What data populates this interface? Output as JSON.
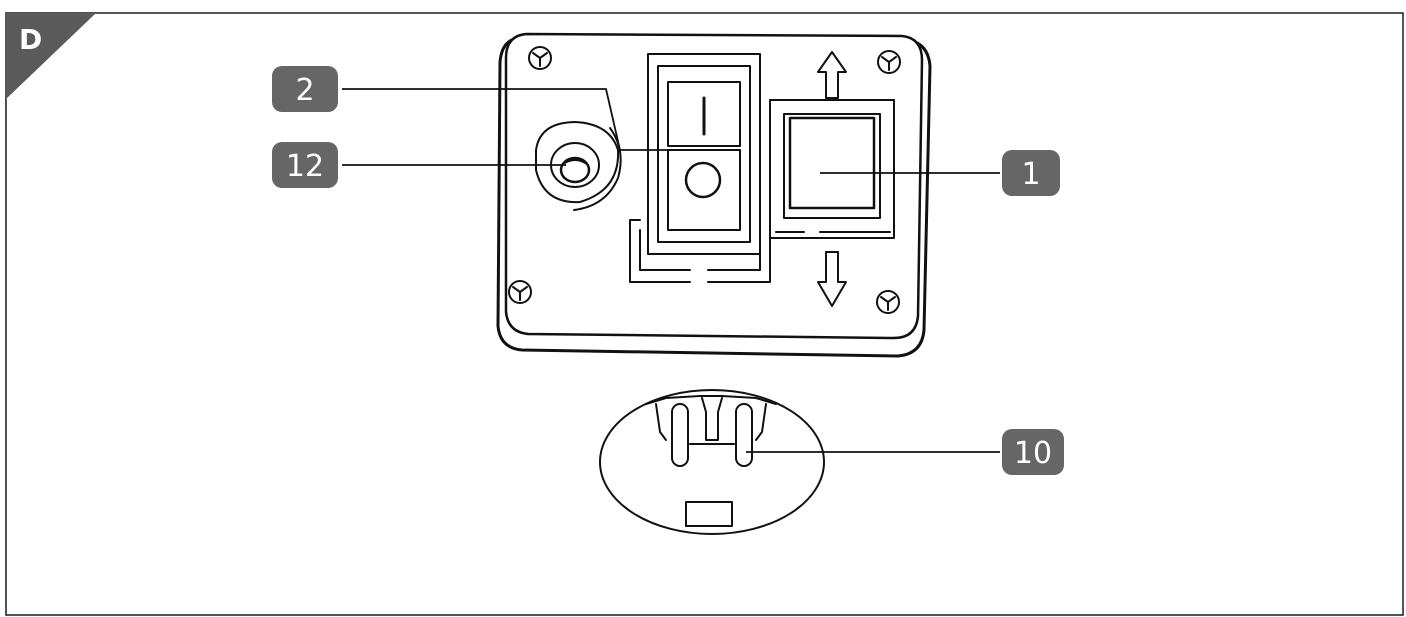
{
  "figure": {
    "section_label": "D",
    "callouts": [
      {
        "number": "2",
        "part": "power-switch"
      },
      {
        "number": "12",
        "part": "reset-button"
      },
      {
        "number": "1",
        "part": "emergency-stop-button"
      },
      {
        "number": "10",
        "part": "power-socket"
      }
    ]
  },
  "colors": {
    "frame": "#1a1a1a",
    "corner_tag": "#5a5a5a",
    "callout_badge": "#666666",
    "ink": "#111111",
    "background": "#ffffff"
  }
}
